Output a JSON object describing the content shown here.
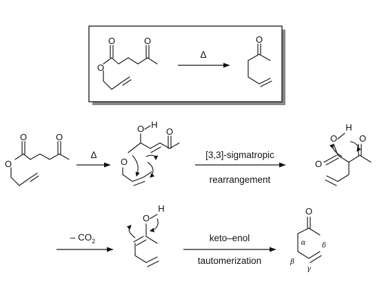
{
  "overall_reaction": {
    "condition": "Δ"
  },
  "steps": [
    {
      "condition": "Δ"
    },
    {
      "condition_top": "[3,3]-sigmatropic",
      "condition_bottom": "rearrangement"
    },
    {
      "condition_left_prefix": "– CO",
      "condition_left_subscript": "2"
    },
    {
      "condition_top": "keto–enol",
      "condition_bottom": "tautomerization"
    }
  ],
  "atoms": {
    "oxygen": "O",
    "hydrogen": "H"
  },
  "position_labels": {
    "alpha": "α",
    "beta": "β",
    "gamma": "γ",
    "delta": "δ"
  }
}
